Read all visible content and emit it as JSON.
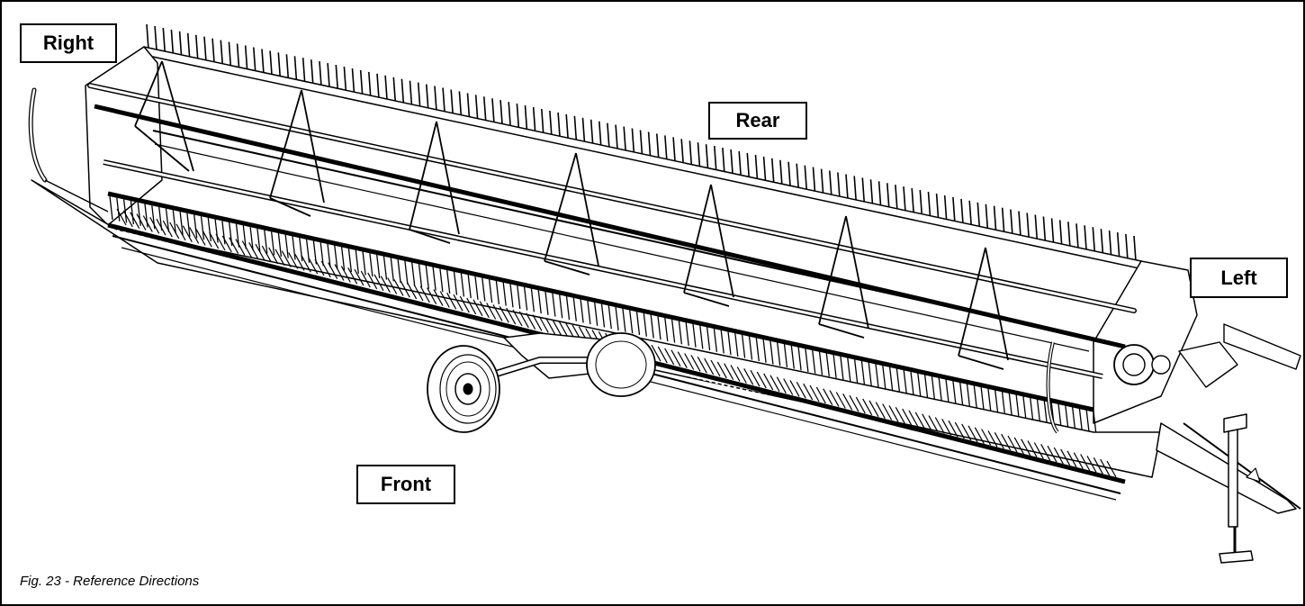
{
  "labels": {
    "right": "Right",
    "rear": "Rear",
    "left": "Left",
    "front": "Front"
  },
  "caption": "Fig. 23 - Reference Directions",
  "colors": {
    "line": "#000000",
    "fill": "#ffffff",
    "shade": "#d8d8d8"
  }
}
